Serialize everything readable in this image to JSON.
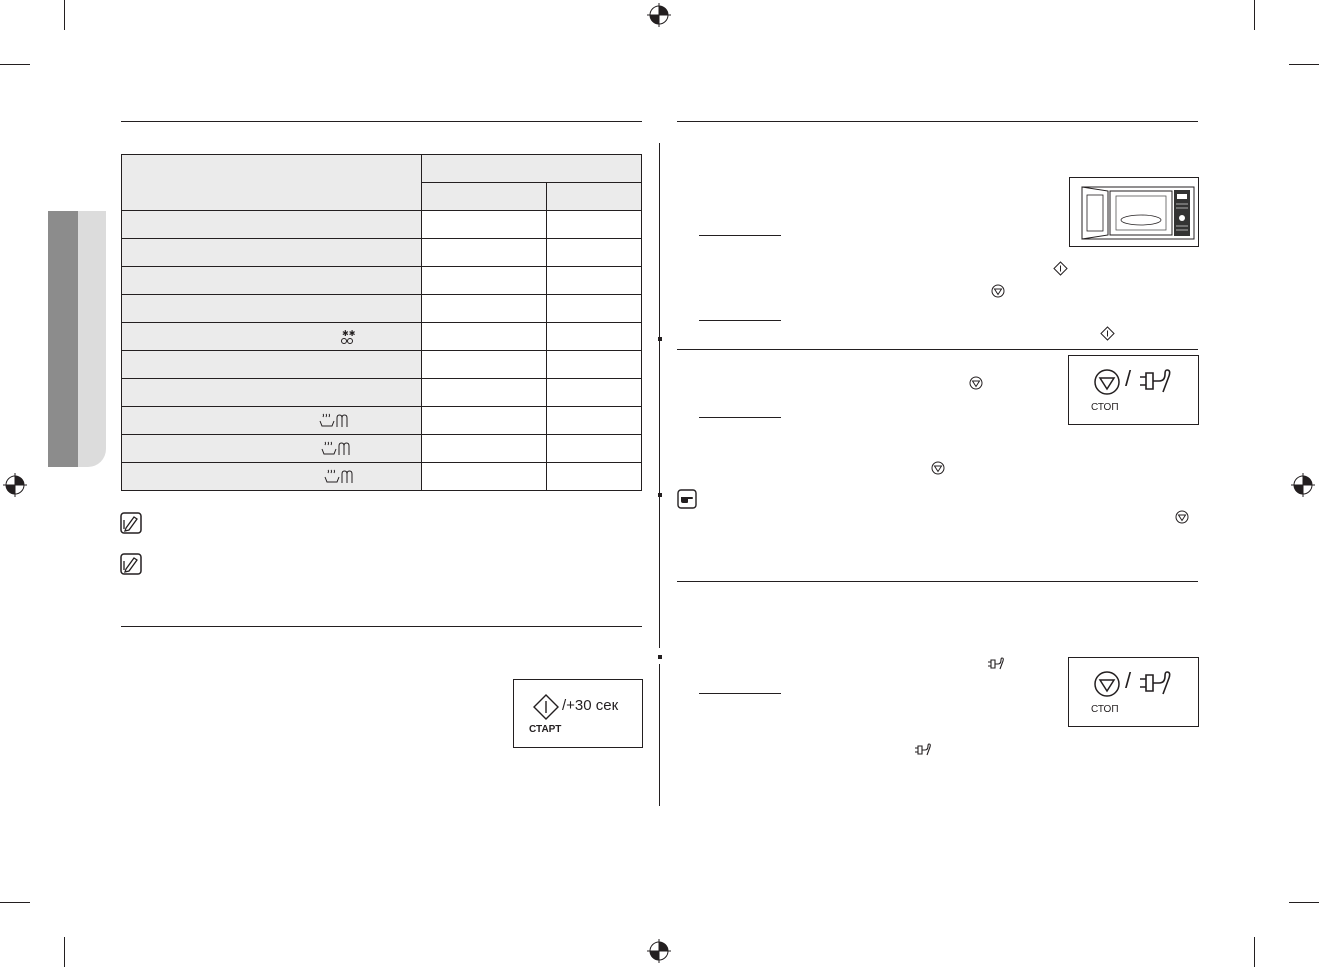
{
  "start_panel": {
    "icon": "start-diamond-icon",
    "plus_label": "/+30 сек",
    "start_label": "СТАРТ"
  },
  "stop_panels": [
    {
      "icon": "stop-octagon-icon",
      "secondary_icon": "eco-plug-icon",
      "separator": "/",
      "stop_label": "СТОП"
    },
    {
      "icon": "stop-octagon-icon",
      "secondary_icon": "eco-plug-icon",
      "separator": "/",
      "stop_label": "СТОП"
    }
  ],
  "table": {
    "row_icons": [
      "",
      "",
      "",
      "",
      "defrost-icon",
      "",
      "",
      "steam-grill-icon",
      "steam-grill-icon",
      "steam-grill-icon"
    ]
  },
  "notes": [
    {
      "icon": "note-pencil-icon"
    },
    {
      "icon": "note-pencil-icon"
    }
  ],
  "tip": {
    "icon": "pointing-hand-icon"
  },
  "colors": {
    "ink": "#231f20",
    "shade": "#ebebeb",
    "band_dark": "#8c8c8c",
    "band_light": "#dcdcdc"
  }
}
